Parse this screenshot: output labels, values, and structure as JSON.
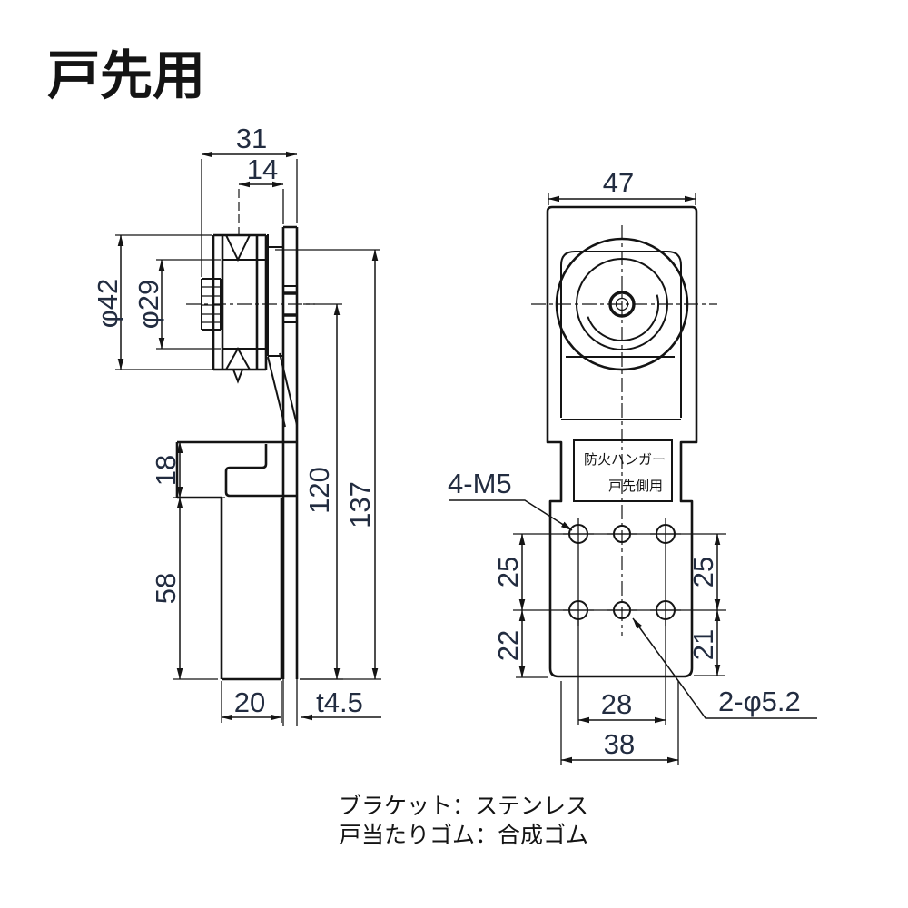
{
  "title": "戸先用",
  "notes": {
    "line1": "ブラケット：ステンレス",
    "line2": "戸当たりゴム：合成ゴム"
  },
  "left_view": {
    "dim_width_overall": "31",
    "dim_wheel_to_plate": "14",
    "dim_flange_dia": "φ42",
    "dim_tread_dia": "φ29",
    "dim_arm_height": "18",
    "dim_lower_height": "58",
    "dim_axle_to_bottom": "120",
    "dim_overall_height": "137",
    "dim_stop_width": "20",
    "dim_plate_thickness": "t4.5"
  },
  "right_view": {
    "dim_width_overall": "47",
    "label_tap_holes": "4-M5",
    "dim_hole_pitch_left": "25",
    "dim_hole_to_bottom_left": "22",
    "dim_hole_pitch_right": "25",
    "dim_hole_to_bottom_right": "21",
    "dim_hole_pitch_horizontal": "28",
    "dim_plate_width": "38",
    "label_clearance_holes": "2-φ5.2",
    "nameplate": {
      "line1": "防火ハンガー",
      "line2": "戸先側用"
    }
  }
}
